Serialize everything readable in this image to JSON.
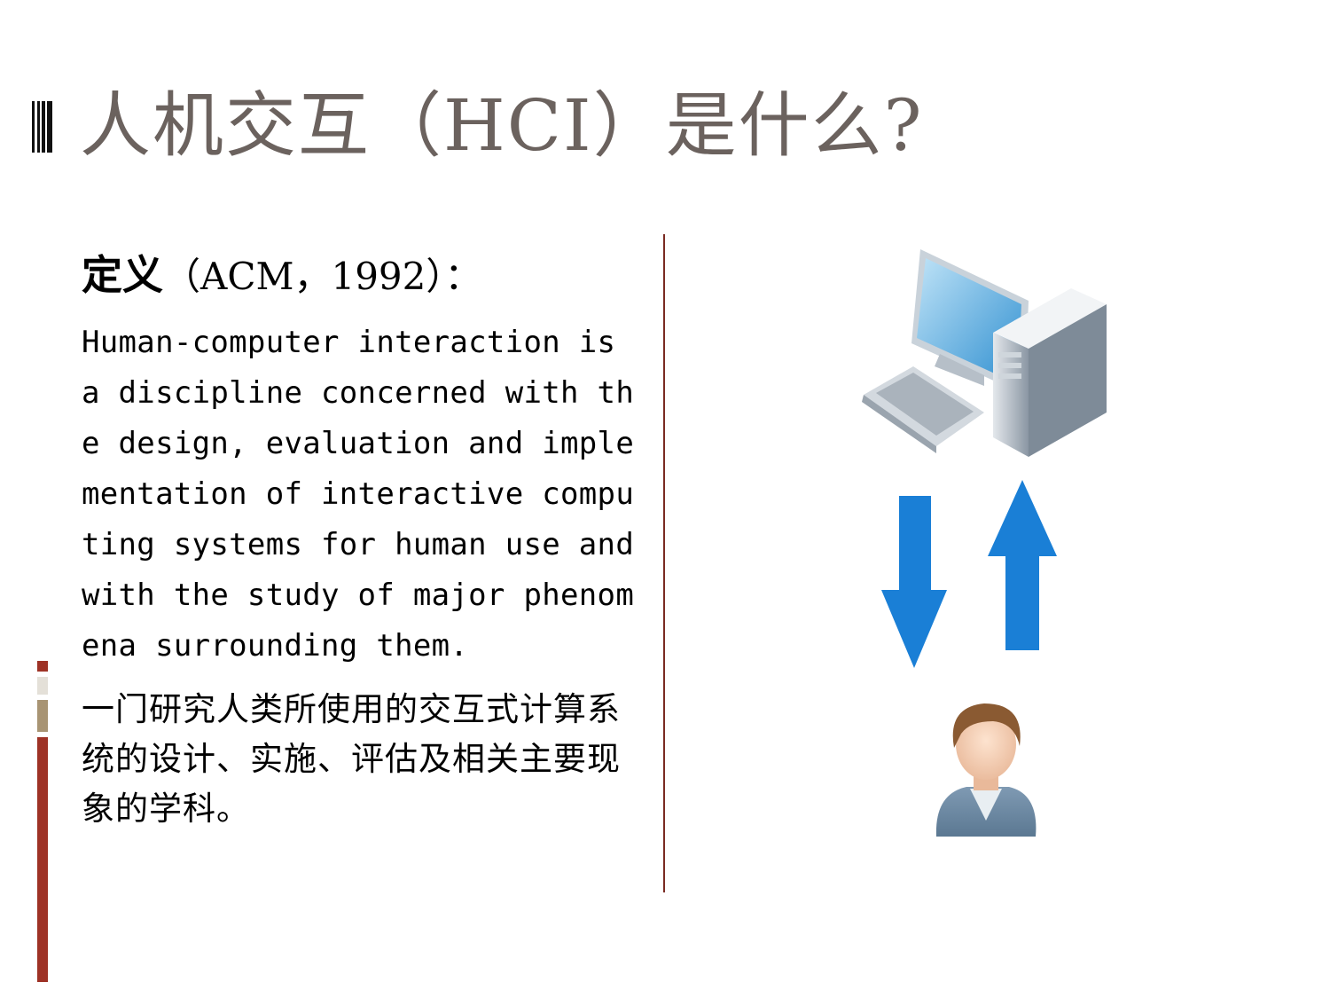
{
  "title": "人机交互（HCI）是什么?",
  "definition": {
    "label": "定义",
    "source": "（ACM，1992）："
  },
  "english_text": "Human-computer interaction is a discipline concerned with the design, evaluation and implementation of interactive computing systems for human use and with the study of major phenomena surrounding them.",
  "chinese_text": "一门研究人类所使用的交互式计算系统的设计、实施、评估及相关主要现象的学科。",
  "illustration": {
    "top": "computer-icon",
    "arrows": [
      "arrow-down-icon",
      "arrow-up-icon"
    ],
    "bottom": "user-icon"
  },
  "colors": {
    "accent": "#9e3226",
    "arrow": "#1a7fd6",
    "title": "#6b625e"
  }
}
